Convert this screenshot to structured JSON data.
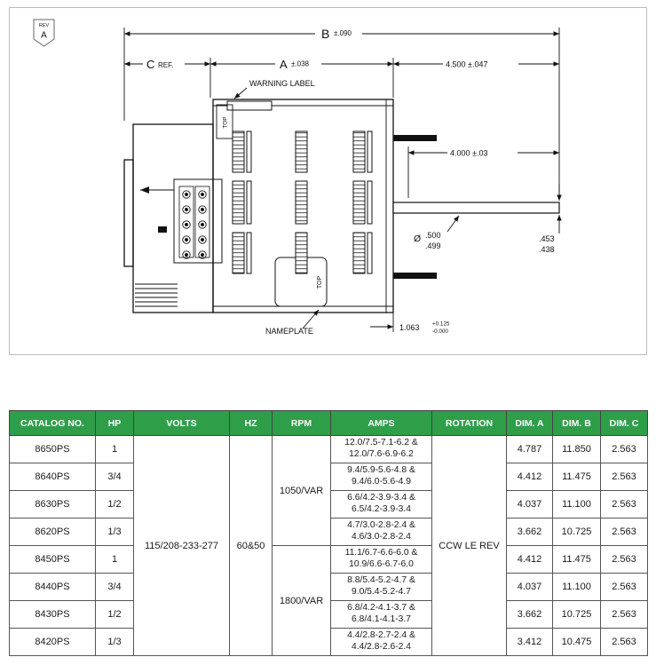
{
  "colors": {
    "header_green": "#2f9e49",
    "line": "#111111"
  },
  "drawing": {
    "rev_small": "REV",
    "rev_letter": "A",
    "dim_b": "B",
    "dim_b_tol": "±.090",
    "dim_c": "C",
    "dim_c_ref": "REF.",
    "dim_a": "A",
    "dim_a_tol": "±.038",
    "dim_right_overall": "4.500 ±.047",
    "warning_label": "WARNING LABEL",
    "dim_shaft_ext": "4.000 ±.03",
    "dia_symbol": "Ø",
    "dia_upper": ".500",
    "dia_lower": ".499",
    "end_dim_upper": ".453",
    "end_dim_lower": ".438",
    "dim_stud": "1.063",
    "dim_stud_tol_plus": "+0.125",
    "dim_stud_tol_minus": "-0.000",
    "nameplate_label": "NAMEPLATE",
    "top_label_front": "TOP",
    "top_label_rear": "TOP"
  },
  "table": {
    "headers": [
      "CATALOG NO.",
      "HP",
      "VOLTS",
      "HZ",
      "RPM",
      "AMPS",
      "ROTATION",
      "DIM. A",
      "DIM. B",
      "DIM. C"
    ],
    "volts": "115/208-233-277",
    "hz": "60&50",
    "rotation": "CCW LE REV",
    "rpm_group_1": "1050/VAR",
    "rpm_group_2": "1800/VAR",
    "rows": [
      {
        "catalog": "8650PS",
        "hp": "1",
        "amps1": "12.0/7.5-7.1-6.2 &",
        "amps2": "12.0/7.6-6.9-6.2",
        "dimA": "4.787",
        "dimB": "11.850",
        "dimC": "2.563"
      },
      {
        "catalog": "8640PS",
        "hp": "3/4",
        "amps1": "9.4/5.9-5.6-4.8 &",
        "amps2": "9.4/6.0-5.6-4.9",
        "dimA": "4.412",
        "dimB": "11.475",
        "dimC": "2.563"
      },
      {
        "catalog": "8630PS",
        "hp": "1/2",
        "amps1": "6.6/4.2-3.9-3.4 &",
        "amps2": "6.5/4.2-3.9-3.4",
        "dimA": "4.037",
        "dimB": "11.100",
        "dimC": "2.563"
      },
      {
        "catalog": "8620PS",
        "hp": "1/3",
        "amps1": "4.7/3.0-2.8-2.4 &",
        "amps2": "4.6/3.0-2.8-2.4",
        "dimA": "3.662",
        "dimB": "10.725",
        "dimC": "2.563"
      },
      {
        "catalog": "8450PS",
        "hp": "1",
        "amps1": "11.1/6.7-6.6-6.0 &",
        "amps2": "10.9/6.6-6.7-6.0",
        "dimA": "4.412",
        "dimB": "11.475",
        "dimC": "2.563"
      },
      {
        "catalog": "8440PS",
        "hp": "3/4",
        "amps1": "8.8/5.4-5.2-4.7 &",
        "amps2": "9.0/5.4-5.2-4.7",
        "dimA": "4.037",
        "dimB": "11.100",
        "dimC": "2.563"
      },
      {
        "catalog": "8430PS",
        "hp": "1/2",
        "amps1": "6.8/4.2-4.1-3.7 &",
        "amps2": "6.8/4.1-4.1-3.7",
        "dimA": "3.662",
        "dimB": "10.725",
        "dimC": "2.563"
      },
      {
        "catalog": "8420PS",
        "hp": "1/3",
        "amps1": "4.4/2.8-2.7-2.4 &",
        "amps2": "4.4/2.8-2.6-2.4",
        "dimA": "3.412",
        "dimB": "10.475",
        "dimC": "2.563"
      }
    ]
  }
}
